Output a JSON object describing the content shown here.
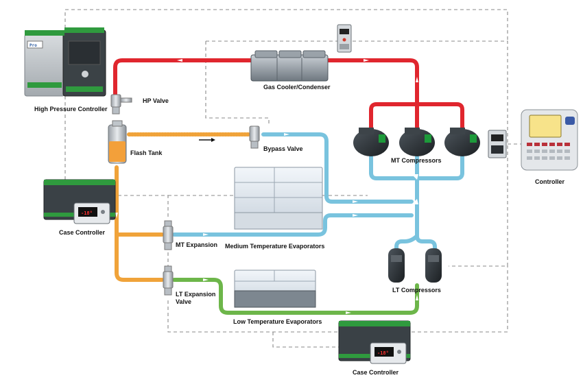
{
  "labels": {
    "high_pressure_controller": "High Pressure Controller",
    "hp_valve": "HP Valve",
    "gas_cooler": "Gas Cooler/Condenser",
    "flash_tank": "Flash Tank",
    "bypass_valve": "Bypass Valve",
    "mt_compressors": "MT Compressors",
    "controller": "Controller",
    "case_controller_left": "Case Controller",
    "mt_expansion": "MT Expansion",
    "medium_temp_evap": "Medium Temperature Evaporators",
    "lt_expansion_line1": "LT Expansion",
    "lt_expansion_line2": "Valve",
    "low_temp_evap": "Low Temperature Evaporators",
    "lt_compressors": "LT Compressors",
    "case_controller_bottom": "Case Controller",
    "lcd_value_left": "-18°",
    "lcd_value_bottom": "-18°",
    "plc_brand": "Pro"
  },
  "colors": {
    "high_pressure": "#e0262e",
    "flash_gas": "#f0a33a",
    "liquid": "#f0a33a",
    "suction_mt": "#79c3de",
    "suction_lt": "#6db64a",
    "control_wire": "#8a8a8a"
  },
  "icons": [
    "plc-controller-icon",
    "valve-icon",
    "flash-tank-icon",
    "gas-cooler-icon",
    "compressor-icon",
    "keypad-controller-icon",
    "case-controller-icon",
    "evaporator-icon",
    "flow-arrow-icon"
  ]
}
